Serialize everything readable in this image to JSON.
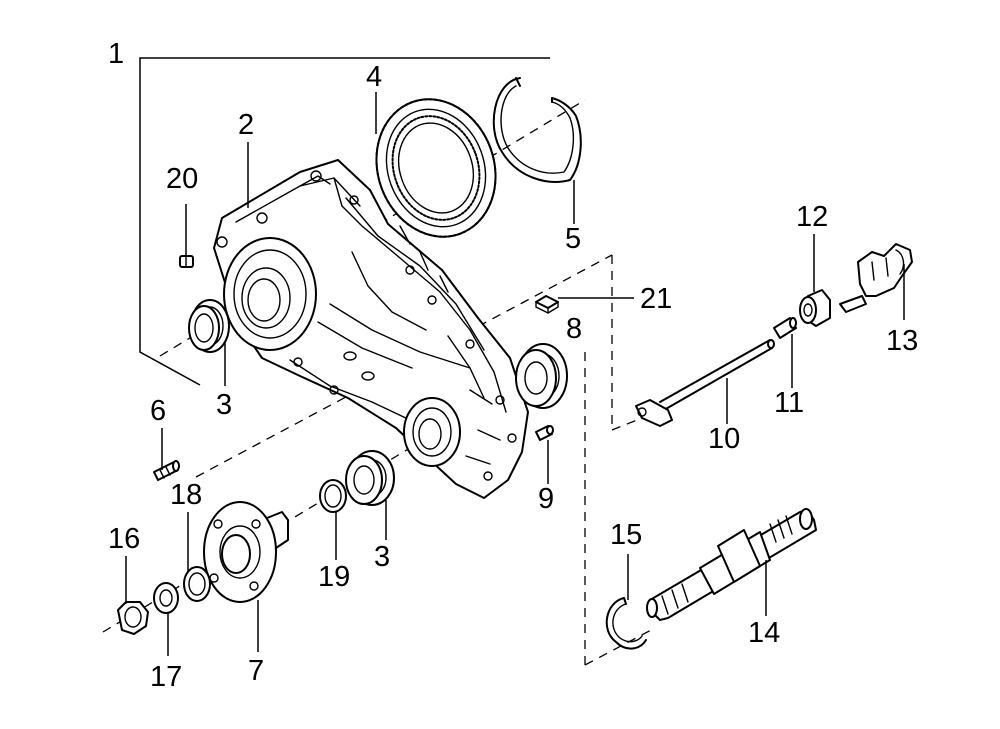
{
  "callouts": [
    {
      "id": "1",
      "label": "1"
    },
    {
      "id": "2",
      "label": "2"
    },
    {
      "id": "3a",
      "label": "3"
    },
    {
      "id": "3b",
      "label": "3"
    },
    {
      "id": "4",
      "label": "4"
    },
    {
      "id": "5",
      "label": "5"
    },
    {
      "id": "6",
      "label": "6"
    },
    {
      "id": "7",
      "label": "7"
    },
    {
      "id": "8",
      "label": "8"
    },
    {
      "id": "9",
      "label": "9"
    },
    {
      "id": "10",
      "label": "10"
    },
    {
      "id": "11",
      "label": "11"
    },
    {
      "id": "12",
      "label": "12"
    },
    {
      "id": "13",
      "label": "13"
    },
    {
      "id": "14",
      "label": "14"
    },
    {
      "id": "15",
      "label": "15"
    },
    {
      "id": "16",
      "label": "16"
    },
    {
      "id": "17",
      "label": "17"
    },
    {
      "id": "18",
      "label": "18"
    },
    {
      "id": "19",
      "label": "19"
    },
    {
      "id": "20",
      "label": "20"
    },
    {
      "id": "21",
      "label": "21"
    }
  ]
}
